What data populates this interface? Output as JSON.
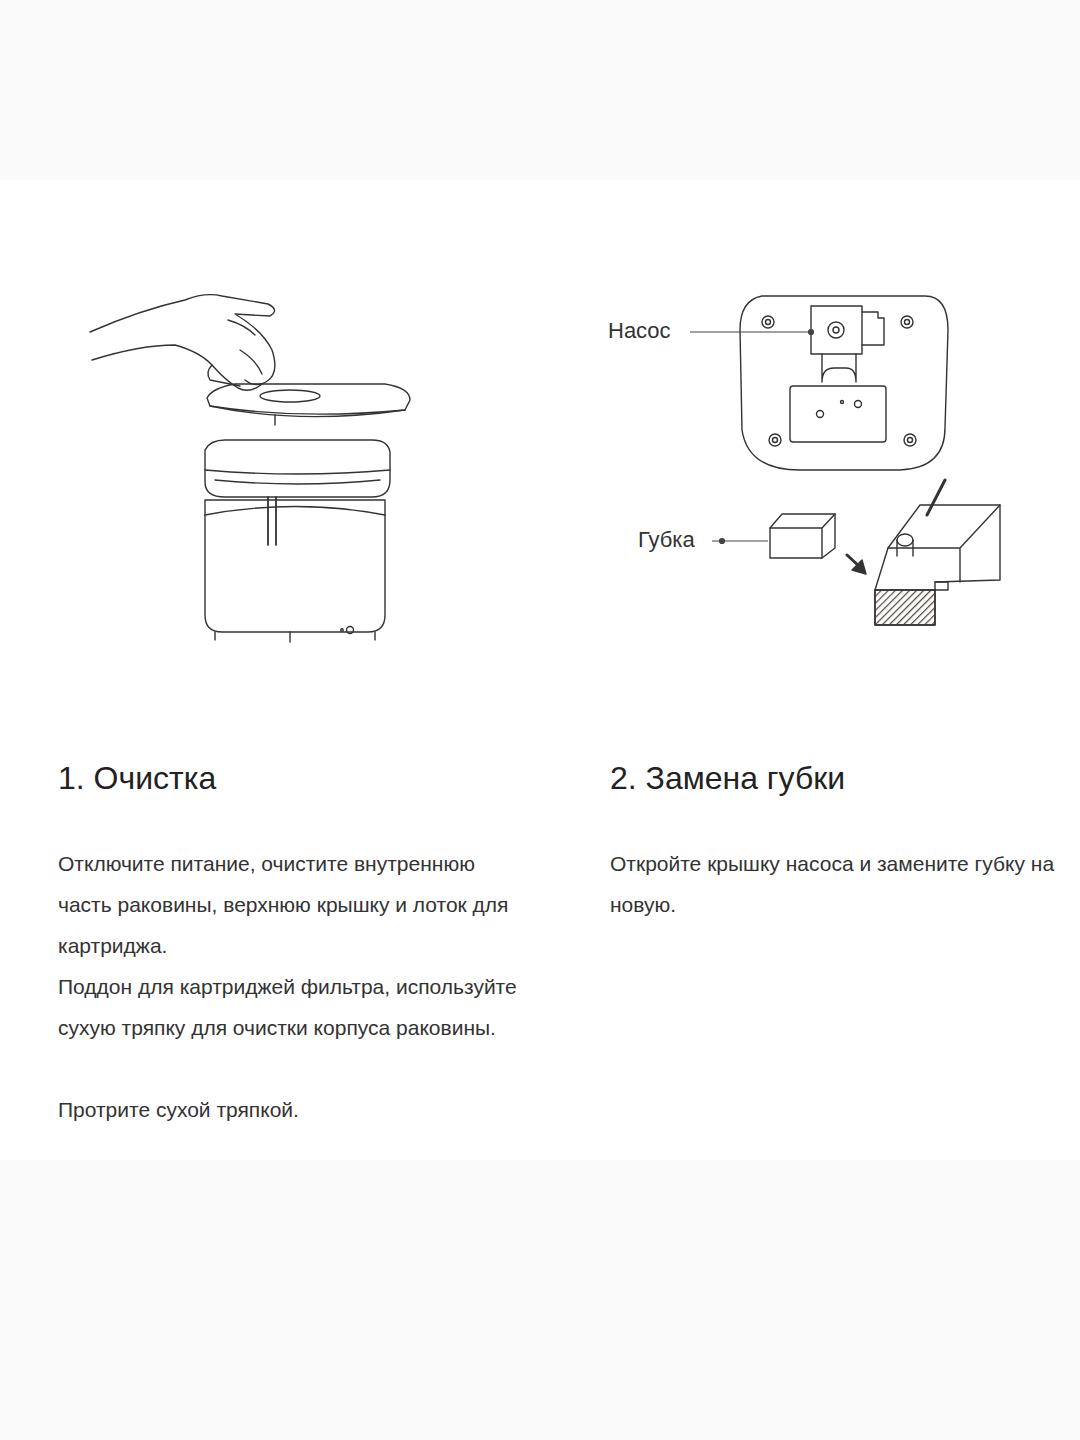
{
  "diagram": {
    "labels": [
      "Насос",
      "Губка",
      "1. Очистка",
      "Отключите питание, очистите внутреннюю часть раковины, верхнюю крышку и лоток для картриджа.",
      "Поддон для картриджей фильтра, используйте сухую тряпку для очистки корпуса раковины.",
      "Протрите сухой тряпкой.",
      "2. Замена губки",
      "Откройте крышку насоса и замените губку на новую."
    ]
  }
}
